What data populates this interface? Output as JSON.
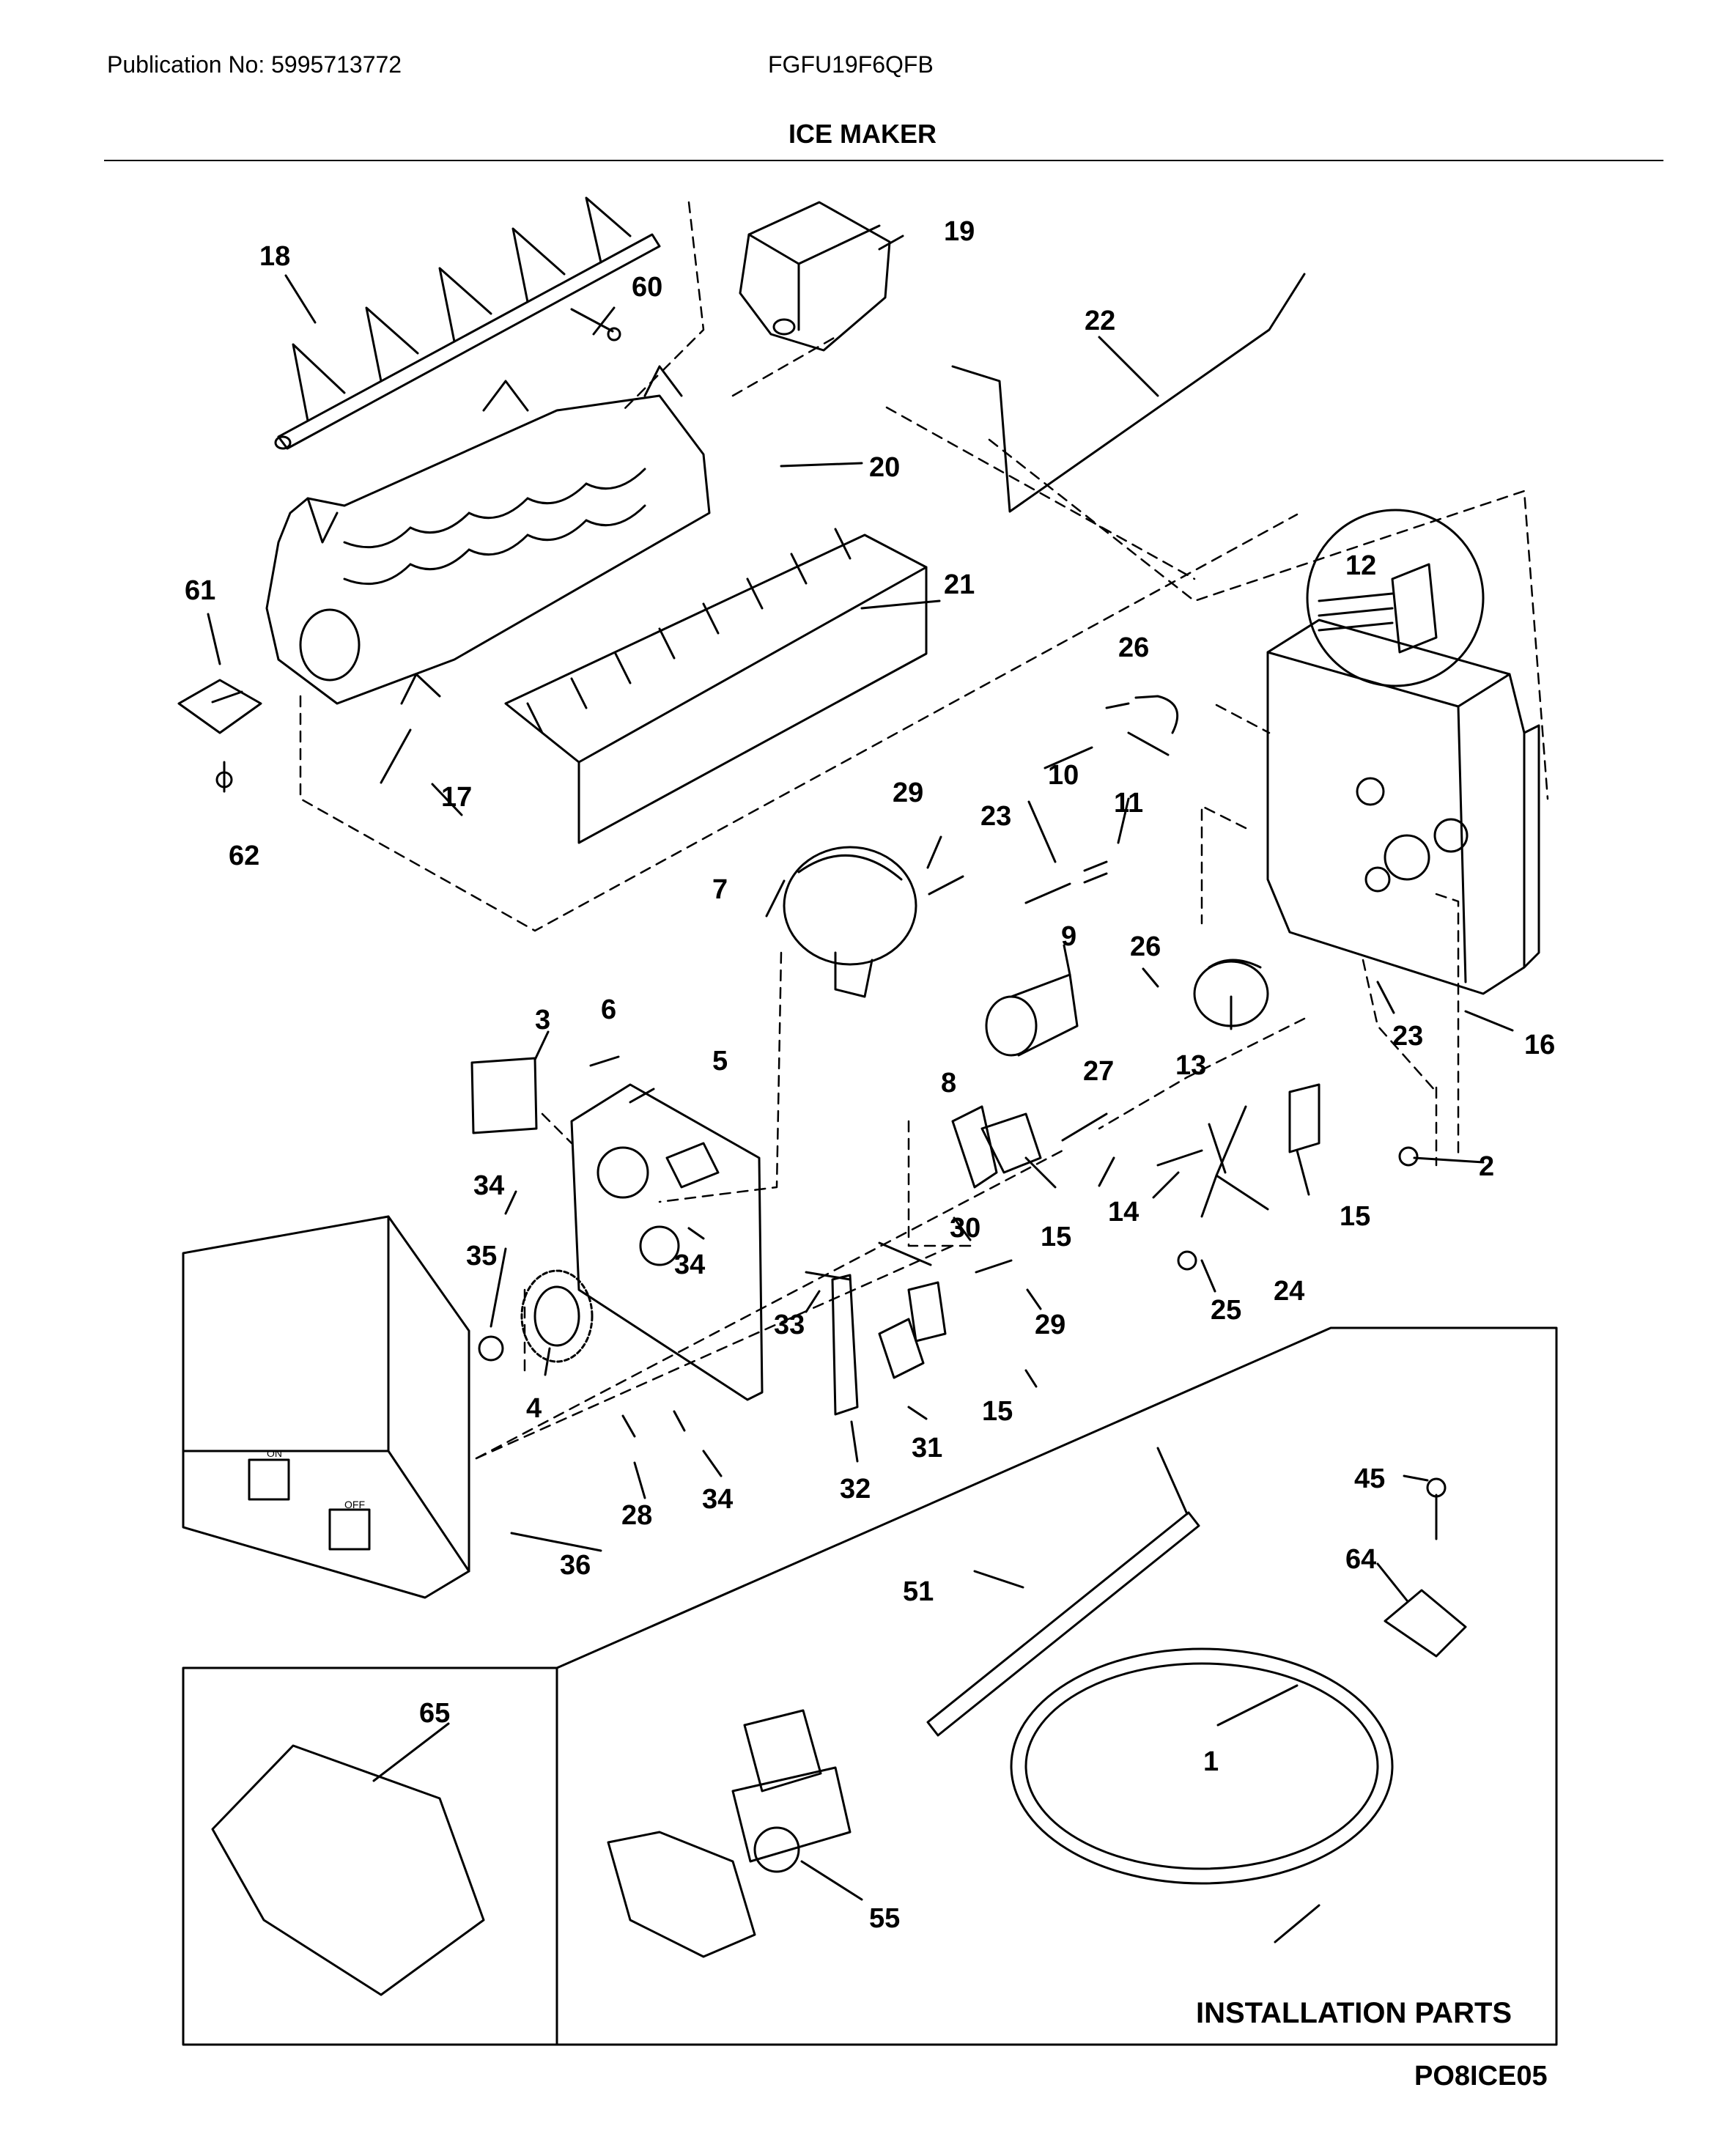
{
  "header": {
    "publication": "Publication No: 5995713772",
    "model": "FGFU19F6QFB",
    "title": "ICE MAKER"
  },
  "callouts": [
    "18",
    "60",
    "19",
    "22",
    "20",
    "21",
    "61",
    "17",
    "62",
    "12",
    "26",
    "10",
    "11",
    "29",
    "23",
    "7",
    "9",
    "26",
    "23",
    "16",
    "3",
    "6",
    "5",
    "13",
    "8",
    "27",
    "2",
    "34",
    "34",
    "35",
    "15",
    "14",
    "15",
    "30",
    "24",
    "33",
    "29",
    "25",
    "4",
    "15",
    "31",
    "32",
    "28",
    "34",
    "45",
    "36",
    "51",
    "64",
    "65",
    "1",
    "55"
  ],
  "installation_label": "INSTALLATION PARTS",
  "footer": {
    "code": "PO8ICE05"
  },
  "controls": {
    "on": "ON",
    "off": "OFF"
  }
}
